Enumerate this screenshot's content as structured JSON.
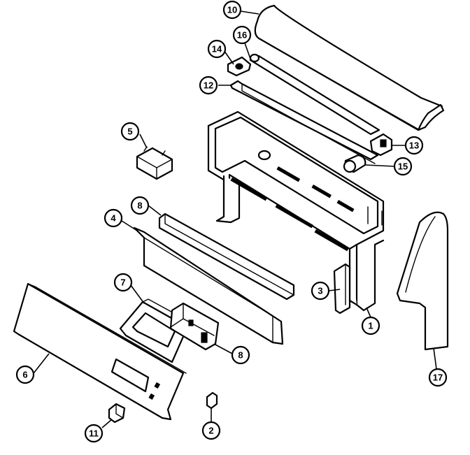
{
  "callouts": [
    {
      "id": "c1",
      "label": "1"
    },
    {
      "id": "c2",
      "label": "2"
    },
    {
      "id": "c3",
      "label": "3"
    },
    {
      "id": "c4",
      "label": "4"
    },
    {
      "id": "c5",
      "label": "5"
    },
    {
      "id": "c6",
      "label": "6"
    },
    {
      "id": "c7",
      "label": "7"
    },
    {
      "id": "c8a",
      "label": "8"
    },
    {
      "id": "c8b",
      "label": "8"
    },
    {
      "id": "c10",
      "label": "10"
    },
    {
      "id": "c11",
      "label": "11"
    },
    {
      "id": "c12",
      "label": "12"
    },
    {
      "id": "c13",
      "label": "13"
    },
    {
      "id": "c14",
      "label": "14"
    },
    {
      "id": "c15",
      "label": "15"
    },
    {
      "id": "c16",
      "label": "16"
    },
    {
      "id": "c17",
      "label": "17"
    }
  ]
}
